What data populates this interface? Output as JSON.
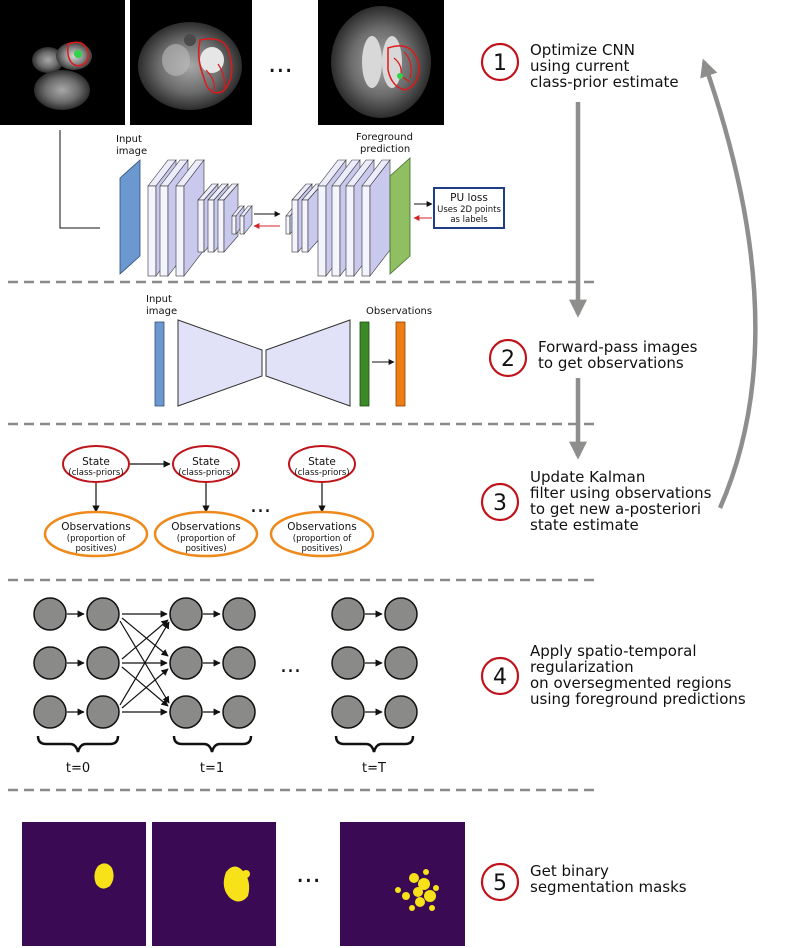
{
  "colors": {
    "step_ring": "#c0141c",
    "process_arrow": "#8e8e8c",
    "separator": "#8a8a8a",
    "encoder_block": "#d6d6f2",
    "input_layer": "#6b98cf",
    "output_layer": "#8fbf62",
    "obs_layer": "#ee7d14",
    "obs_green": "#3c8a26",
    "state_ellipse": "#c0141c",
    "obs_ellipse": "#ee8a1c",
    "node_fill": "#8a8a88",
    "mask_bg": "#3b0a54",
    "mask_fg": "#f7e21a",
    "loss_box": "#1f3e86"
  },
  "ellipsis": "...",
  "steps": [
    {
      "number": "1",
      "lines": [
        "Optimize CNN",
        "using current",
        "class-prior estimate"
      ]
    },
    {
      "number": "2",
      "lines": [
        "Forward-pass images",
        "to get observations"
      ]
    },
    {
      "number": "3",
      "lines": [
        "Update Kalman",
        "filter using observations",
        "to get new a-posteriori",
        "state estimate"
      ]
    },
    {
      "number": "4",
      "lines": [
        "Apply spatio-temporal",
        "regularization",
        "on oversegmented regions",
        "using foreground predictions"
      ]
    },
    {
      "number": "5",
      "lines": [
        "Get binary",
        "segmentation masks"
      ]
    }
  ],
  "cnn": {
    "input_label": [
      "Input",
      "image"
    ],
    "output_label": [
      "Foreground",
      "prediction"
    ],
    "loss_title": "PU loss",
    "loss_sub": [
      "Uses 2D points",
      "as labels"
    ]
  },
  "forward": {
    "input_label": [
      "Input",
      "image"
    ],
    "obs_label": "Observations"
  },
  "kalman": {
    "state_title": "State",
    "state_sub": "(class-priors)",
    "obs_title": "Observations",
    "obs_sub": [
      "(proportion of",
      "positives)"
    ]
  },
  "graph": {
    "time_labels": [
      "t=0",
      "t=1",
      "t=T"
    ]
  }
}
